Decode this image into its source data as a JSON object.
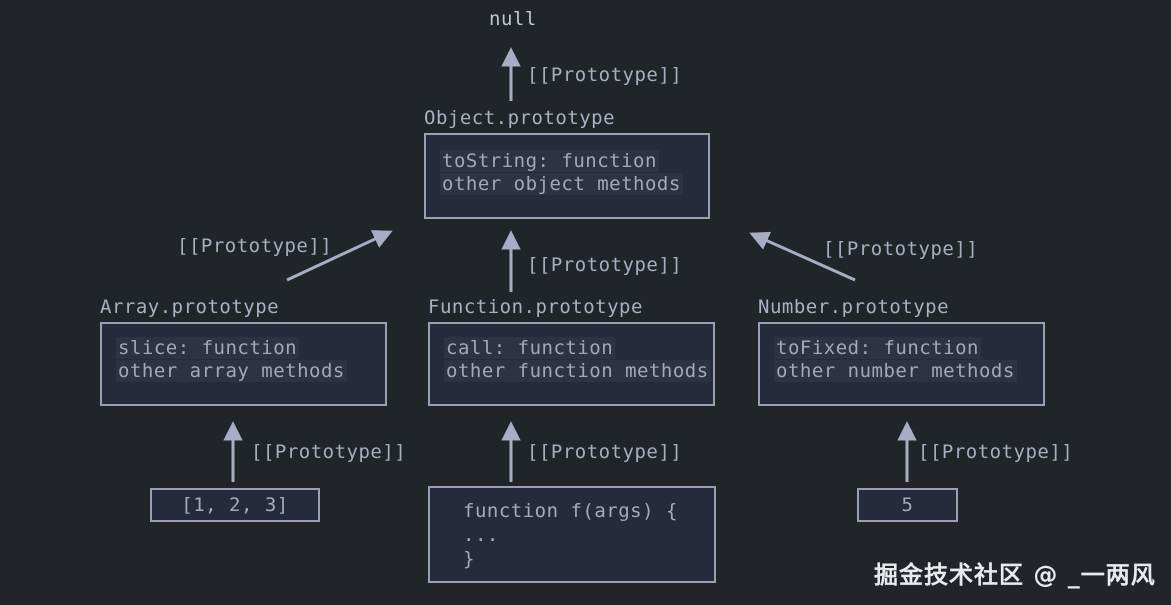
{
  "diagram": {
    "title_semantic": "JavaScript native prototype chain",
    "null_label": "null",
    "prototype_label": "[[Prototype]]",
    "nodes": {
      "object": {
        "title": "Object.prototype",
        "lines": [
          "toString: function",
          "other object methods"
        ]
      },
      "array": {
        "title": "Array.prototype",
        "lines": [
          "slice: function",
          "other array methods"
        ]
      },
      "function": {
        "title": "Function.prototype",
        "lines": [
          "call: function",
          "other function methods"
        ]
      },
      "number": {
        "title": "Number.prototype",
        "lines": [
          "toFixed: function",
          "other number methods"
        ]
      },
      "array_instance": {
        "lines": [
          "[1, 2, 3]"
        ]
      },
      "function_instance": {
        "lines": [
          "function f(args) {",
          "...",
          "}"
        ]
      },
      "number_instance": {
        "lines": [
          "5"
        ]
      }
    },
    "watermark": "掘金技术社区 @ _一两风"
  },
  "colors": {
    "background": "#212529",
    "box_fill": "#252b3a",
    "box_border": "#99a0b2",
    "box_text": "#9fa8bd",
    "label_text": "#a9b0c3",
    "arrow": "#a8adc4",
    "null_text": "#c3c7d3",
    "watermark_text": "#e9eaec"
  }
}
